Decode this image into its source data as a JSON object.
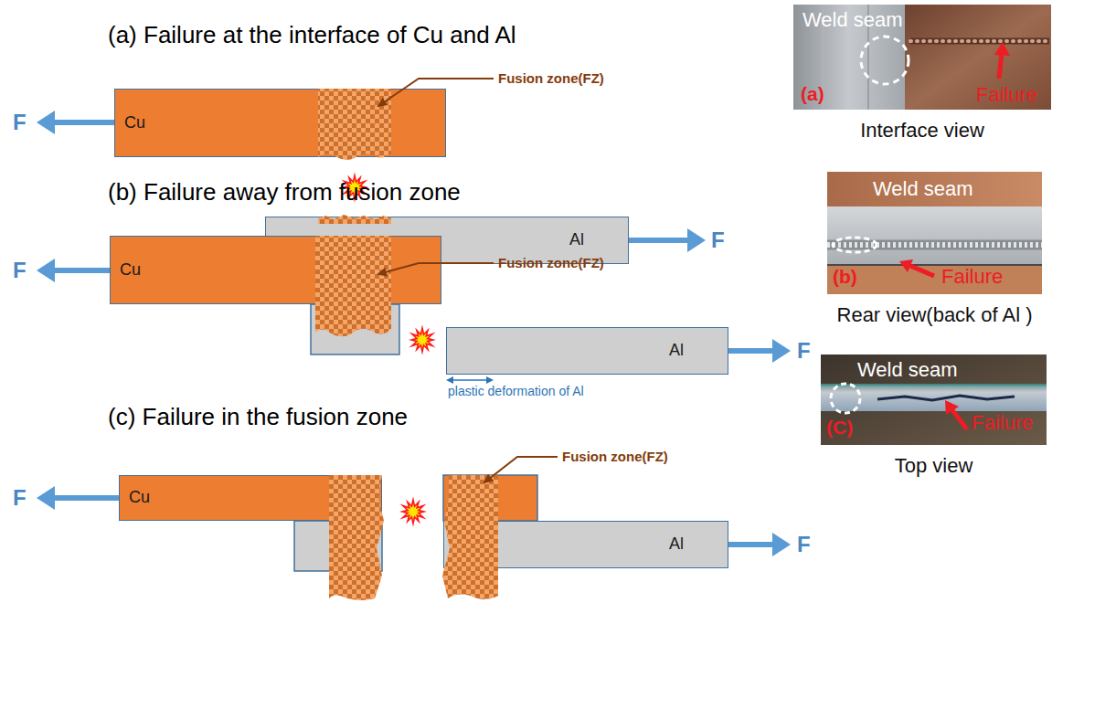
{
  "diagram": {
    "nodes": [
      {
        "text": [
          "Cu"
        ]
      },
      {
        "text": [
          "Al"
        ]
      },
      {
        "text": [
          "Weld seam",
          "(a)",
          "Failure",
          "Interface view"
        ]
      },
      {
        "text": [
          "Cu"
        ]
      },
      {
        "text": [
          "Al"
        ]
      },
      {
        "text": [
          "Weld seam",
          "(b)",
          "Failure",
          "Rear view(back of Al )"
        ]
      },
      {
        "text": [
          "Cu"
        ]
      },
      {
        "text": [
          "Al"
        ]
      },
      {
        "text": [
          "Weld seam",
          "(C)",
          "Failure",
          "Top view"
        ]
      }
    ],
    "labels": [
      "(a) Failure at the interface of Cu and Al",
      "Fusion zone(FZ)",
      "F",
      "F",
      "(b) Failure away from fusion zone",
      "Fusion zone(FZ)",
      "F",
      "F",
      "plastic deformation of Al",
      "(c) Failure in the fusion zone",
      "Fusion zone(FZ)",
      "F",
      "F"
    ]
  }
}
